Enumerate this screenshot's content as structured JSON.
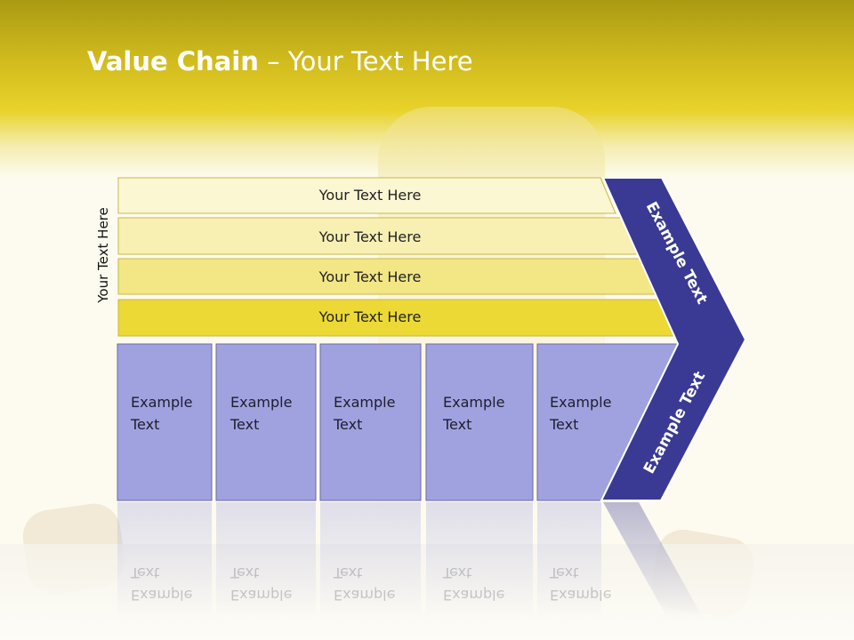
{
  "slide": {
    "title_bold": "Value Chain",
    "title_rest": " – Your Text Here",
    "side_label": "Your Text Here"
  },
  "support_bars": [
    {
      "label": "Your Text Here",
      "color": "#fbf7d3"
    },
    {
      "label": "Your Text Here",
      "color": "#f8f0b3"
    },
    {
      "label": "Your Text Here",
      "color": "#f3e685"
    },
    {
      "label": "Your Text Here",
      "color": "#ecd935"
    }
  ],
  "primary_activities": [
    {
      "line1": "Example",
      "line2": "Text"
    },
    {
      "line1": "Example",
      "line2": "Text"
    },
    {
      "line1": "Example",
      "line2": "Text"
    },
    {
      "line1": "Example",
      "line2": "Text"
    },
    {
      "line1": "Example",
      "line2": "Text"
    }
  ],
  "margin_chevron": {
    "upper_label": "Example Text",
    "lower_label": "Example Text",
    "color": "#3a3a94"
  },
  "colors": {
    "activity_fill": "#a0a2e0",
    "activity_border": "#6a6aa8"
  }
}
